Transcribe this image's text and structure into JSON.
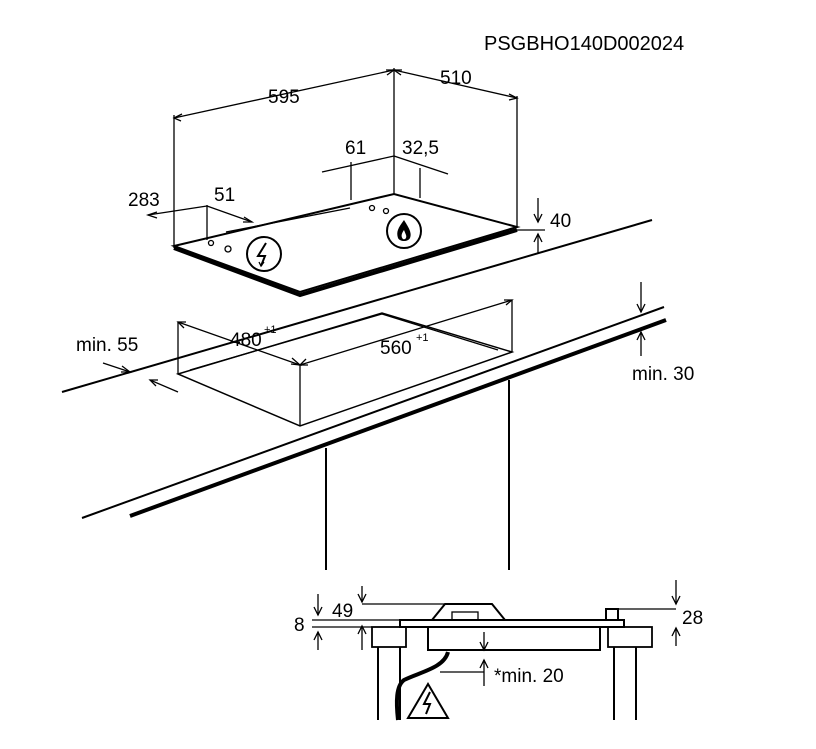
{
  "code": "PSGBHO140D002024",
  "dims": {
    "width": "595",
    "depth": "510",
    "d283": "283",
    "d51": "51",
    "d61": "61",
    "d325": "32,5",
    "height": "40",
    "min55": "min. 55",
    "cut_depth": "480",
    "cut_width": "560",
    "tolerance": "+1",
    "min30": "min. 30",
    "d8": "8",
    "d49": "49",
    "d28": "28",
    "min20": "*min. 20"
  },
  "icons": [
    "electric-burner-icon",
    "gas-burner-icon",
    "electric-warning-icon"
  ]
}
